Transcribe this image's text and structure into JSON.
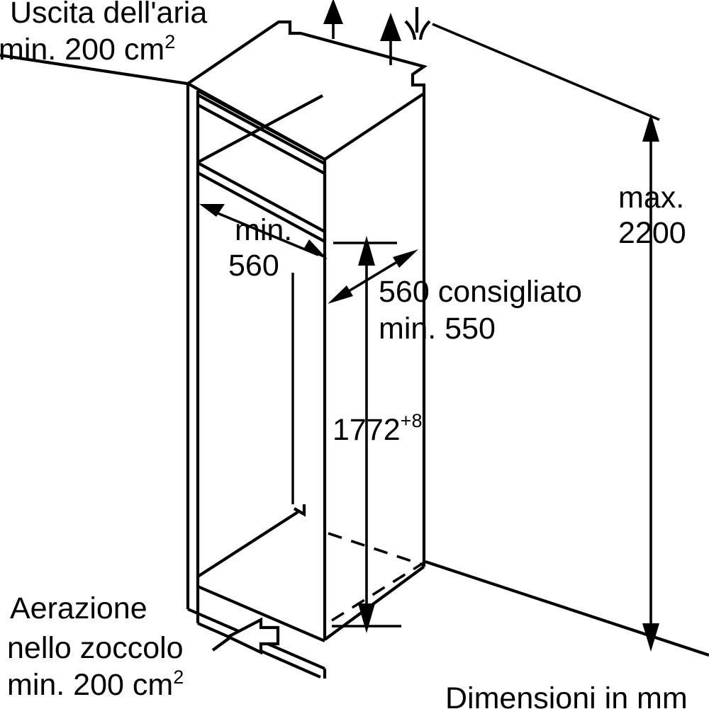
{
  "diagram": {
    "title": "Niche dimensions drawing for built-in refrigerator",
    "units_note": "Dimensioni in mm",
    "line_color": "#000000",
    "background_color": "#ffffff"
  },
  "annotations": {
    "air_outlet": {
      "line1": "Uscita dell'aria",
      "line2_prefix": "min. 200 cm",
      "line2_sup": "2"
    },
    "plinth_ventilation": {
      "line1": "Aerazione",
      "line2": "nello zoccolo",
      "line3_prefix": "min. 200 cm",
      "line3_sup": "2"
    },
    "units": "Dimensioni in mm"
  },
  "dimensions": {
    "niche_width": {
      "line1": "min.",
      "line2": "560"
    },
    "niche_depth": {
      "line1": "560 consigliato",
      "line2": "min. 550"
    },
    "niche_height": {
      "value": "1772",
      "tolerance": "+8"
    },
    "total_height": {
      "line1": "max.",
      "line2": "2200"
    }
  },
  "icons": {
    "air_arrow_left": "up-arrow-icon",
    "air_arrow_right": "up-arrow-icon",
    "break_symbol": "break-line-icon",
    "plinth_air_arrow": "hollow-right-arrow-icon"
  }
}
